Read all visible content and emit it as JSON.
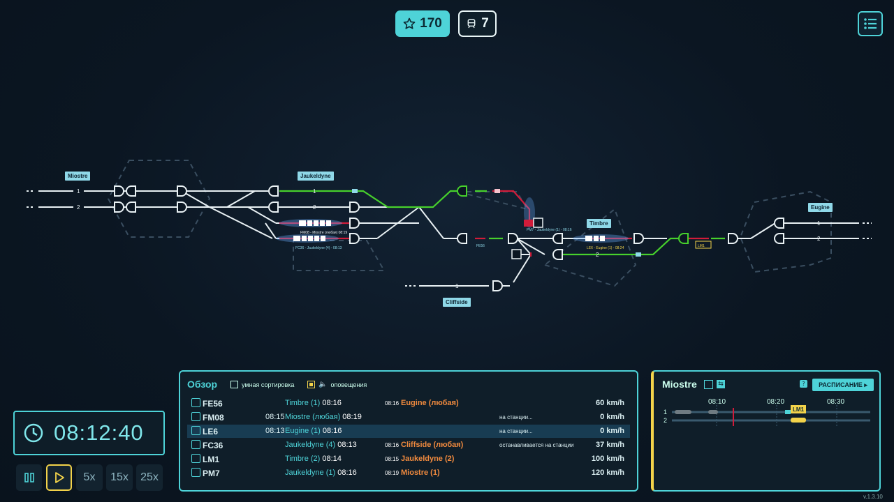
{
  "hud": {
    "stars": "170",
    "trains": "7"
  },
  "clock": {
    "time": "08:12:40"
  },
  "speed_controls": [
    "5x",
    "15x",
    "25x"
  ],
  "stations": {
    "miostre": "Miostre",
    "jaukeldyne": "Jaukeldyne",
    "timbre": "Timbre",
    "eugine": "Eugine",
    "cliffside": "Cliffside"
  },
  "track_numbers": [
    "1",
    "2"
  ],
  "map_tags": {
    "fm08": "FM08 - Miostre (любая) 08:19",
    "fc36": "FC36 - Jaukeldyne (4) - 08:13",
    "pm7": "PM7 - Jaukeldyne (1) - 08:16",
    "le6": "LE6 - Eugine (1) - 08:24",
    "fe56": "FE56",
    "lm1": "LM1"
  },
  "overview": {
    "title": "Обзор",
    "smart_sort": "умная сортировка",
    "alerts": "оповещения",
    "rows": [
      {
        "id": "FE56",
        "dep_time": "",
        "origin": "Timbre (1)",
        "origin_time": "08:16",
        "dest_time": "08:16",
        "dest": "Eugine (любая)",
        "status": "",
        "speed": "60 km/h",
        "selected": false
      },
      {
        "id": "FM08",
        "dep_time": "08:15",
        "origin": "Miostre (любая)",
        "origin_time": "08:19",
        "dest_time": "",
        "dest": "",
        "status": "на станции...",
        "speed": "0 km/h",
        "selected": false
      },
      {
        "id": "LE6",
        "dep_time": "08:13",
        "origin": "Eugine (1)",
        "origin_time": "08:16",
        "dest_time": "",
        "dest": "",
        "status": "на станции...",
        "speed": "0 km/h",
        "selected": true
      },
      {
        "id": "FC36",
        "dep_time": "",
        "origin": "Jaukeldyne (4)",
        "origin_time": "08:13",
        "dest_time": "08:16",
        "dest": "Cliffside (любая)",
        "status": "останавливается на станции",
        "speed": "37 km/h",
        "selected": false
      },
      {
        "id": "LM1",
        "dep_time": "",
        "origin": "Timbre (2)",
        "origin_time": "08:14",
        "dest_time": "08:15",
        "dest": "Jaukeldyne (2)",
        "status": "",
        "speed": "100 km/h",
        "selected": false
      },
      {
        "id": "PM7",
        "dep_time": "",
        "origin": "Jaukeldyne (1)",
        "origin_time": "08:16",
        "dest_time": "08:19",
        "dest": "Miostre (1)",
        "status": "",
        "speed": "120 km/h",
        "selected": false
      }
    ]
  },
  "timeline": {
    "station": "Miostre",
    "schedule_button": "РАСПИСАНИЕ",
    "ticks": [
      "08:10",
      "08:20",
      "08:30"
    ],
    "tracks": [
      "1",
      "2"
    ],
    "train_tag": "LM1"
  },
  "version": "v.1.3.10",
  "colors": {
    "accent": "#4ed3d8",
    "route_green": "#47d12c",
    "route_red": "#d11c3a",
    "dest_orange": "#f08a3e",
    "highlight_yellow": "#f3d34a"
  }
}
